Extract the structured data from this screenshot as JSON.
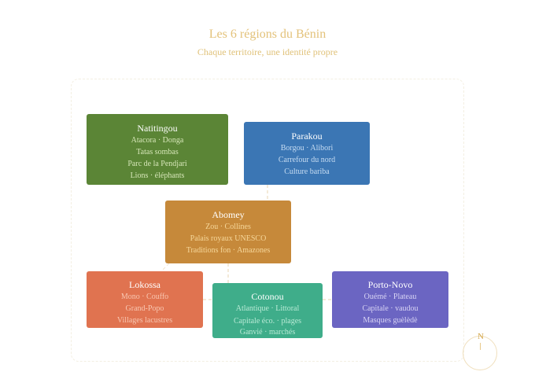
{
  "header": {
    "title": "Les 6 régions du Bénin",
    "subtitle": "Chaque territoire, une identité propre"
  },
  "regions": [
    {
      "name": "Natitingou",
      "lines": [
        "Atacora · Donga",
        "Tatas sombas",
        "Parc de la Pendjari",
        "Lions · éléphants"
      ],
      "color": "#5b8536",
      "text_color": "#d6e6b8"
    },
    {
      "name": "Parakou",
      "lines": [
        "Borgou · Alibori",
        "Carrefour du nord",
        "Culture bariba"
      ],
      "color": "#3b76b4",
      "text_color": "#c6dcf2"
    },
    {
      "name": "Abomey",
      "lines": [
        "Zou · Collines",
        "Palais royaux UNESCO",
        "Traditions fon · Amazones"
      ],
      "color": "#c6893a",
      "text_color": "#f6d79a"
    },
    {
      "name": "Lokossa",
      "lines": [
        "Mono · Couffo",
        "Grand-Popo",
        "Villages lacustres"
      ],
      "color": "#e07350",
      "text_color": "#f8c7b2"
    },
    {
      "name": "Cotonou",
      "lines": [
        "Atlantique · Littoral",
        "Capitale éco. · plages",
        "Ganvié · marchés"
      ],
      "color": "#3fad8a",
      "text_color": "#b9ead6"
    },
    {
      "name": "Porto-Novo",
      "lines": [
        "Ouémé · Plateau",
        "Capitale · vaudou",
        "Masques guèlèdè"
      ],
      "color": "#6b65c2",
      "text_color": "#d8d4f4"
    }
  ],
  "compass": {
    "label": "N"
  }
}
